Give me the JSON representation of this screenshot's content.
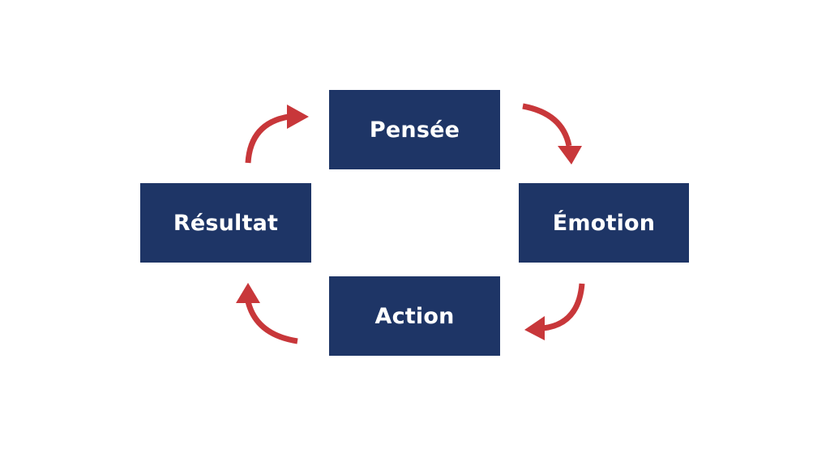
{
  "diagram": {
    "nodes": {
      "pensee": "Pensée",
      "emotion": "Émotion",
      "action": "Action",
      "resultat": "Résultat"
    },
    "colors": {
      "box_fill": "#1e3566",
      "box_text": "#ffffff",
      "arrow": "#c8373a",
      "background": "#ffffff"
    },
    "edges": [
      {
        "from": "pensee",
        "to": "emotion"
      },
      {
        "from": "emotion",
        "to": "action"
      },
      {
        "from": "action",
        "to": "resultat"
      },
      {
        "from": "resultat",
        "to": "pensee"
      }
    ]
  }
}
